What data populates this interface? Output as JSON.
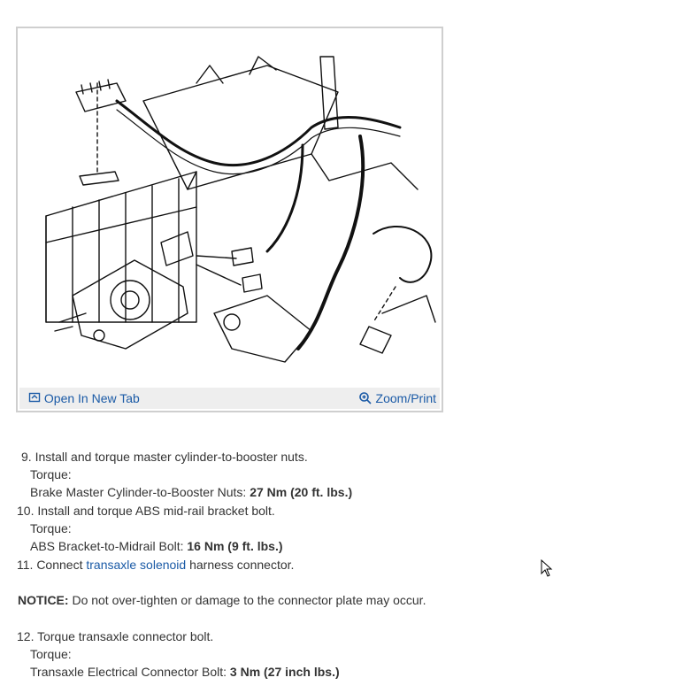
{
  "figure": {
    "open_in_new_tab": "Open In New Tab",
    "zoom_print": "Zoom/Print"
  },
  "steps": {
    "s9": {
      "text": "9. Install and torque master cylinder-to-booster nuts.",
      "torque_label": "Torque:",
      "spec_label": "Brake Master Cylinder-to-Booster Nuts: ",
      "spec_value": "27 Nm (20 ft. lbs.)"
    },
    "s10": {
      "text": "10. Install and torque ABS mid-rail bracket bolt.",
      "torque_label": "Torque:",
      "spec_label": "ABS Bracket-to-Midrail Bolt: ",
      "spec_value": "16 Nm (9 ft. lbs.)"
    },
    "s11": {
      "prefix": "11. Connect ",
      "link": "transaxle solenoid",
      "suffix": " harness connector."
    },
    "notice": {
      "label": "NOTICE:",
      "text": " Do not over-tighten or damage to the connector plate may occur."
    },
    "s12": {
      "text": "12. Torque transaxle connector bolt.",
      "torque_label": "Torque:",
      "spec_label": "Transaxle Electrical Connector Bolt: ",
      "spec_value": "3 Nm (27 inch lbs.)"
    }
  },
  "colors": {
    "link": "#1a5aa6",
    "text": "#333333",
    "toolbar_bg": "#eeeeee",
    "frame": "#cfcfcf"
  }
}
